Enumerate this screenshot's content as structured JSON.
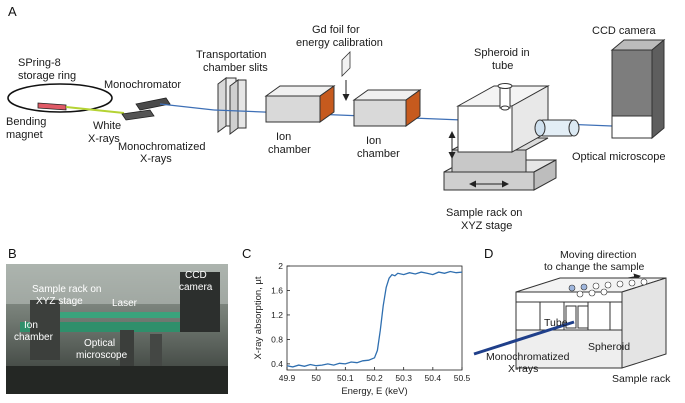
{
  "panels": {
    "a": "A",
    "b": "B",
    "c": "C",
    "d": "D"
  },
  "panelA": {
    "storage_ring_l1": "SPring-8",
    "storage_ring_l2": "storage ring",
    "bending_l1": "Bending",
    "bending_l2": "magnet",
    "white_l1": "White",
    "white_l2": "X-rays",
    "monochromator": "Monochromator",
    "monox_l1": "Monochromatized",
    "monox_l2": "X-rays",
    "transport_l1": "Transportation",
    "transport_l2": "chamber slits",
    "gd_l1": "Gd foil for",
    "gd_l2": "energy calibration",
    "ion1_l1": "Ion",
    "ion1_l2": "chamber",
    "ion2_l1": "Ion",
    "ion2_l2": "chamber",
    "spheroid_l1": "Spheroid in",
    "spheroid_l2": "tube",
    "ccd": "CCD camera",
    "optical": "Optical microscope",
    "rack_l1": "Sample rack on",
    "rack_l2": "XYZ stage"
  },
  "panelB": {
    "ccd_l1": "CCD",
    "ccd_l2": "camera",
    "rack_l1": "Sample rack on",
    "rack_l2": "XYZ stage",
    "laser": "Laser",
    "ion_l1": "Ion",
    "ion_l2": "chamber",
    "optical_l1": "Optical",
    "optical_l2": "microscope"
  },
  "panelD": {
    "moving_l1": "Moving direction",
    "moving_l2": "to change the sample",
    "tube": "Tube",
    "spheroid": "Spheroid",
    "monox_l1": "Monochromatized",
    "monox_l2": "X-rays",
    "rack": "Sample rack"
  },
  "colors": {
    "beam_white": "#b5d334",
    "beam_mono": "#3d6fb6",
    "curve": "#2f6fb0",
    "magnet": "#e05a66",
    "ion_window": "#c65a1e"
  },
  "chart_data": {
    "type": "line",
    "xlabel": "Energy, E (keV)",
    "ylabel": "X-ray absorption, μt",
    "xlim": [
      49.9,
      50.5
    ],
    "ylim": [
      0.3,
      2.0
    ],
    "xticks": [
      "49.9",
      "50",
      "50.1",
      "50.2",
      "50.3",
      "50.4",
      "50.5"
    ],
    "yticks": [
      "0.4",
      "0.8",
      "1.2",
      "1.6",
      "2"
    ],
    "grid": false,
    "x": [
      49.9,
      49.92,
      49.94,
      49.96,
      49.98,
      50.0,
      50.02,
      50.04,
      50.06,
      50.08,
      50.1,
      50.12,
      50.14,
      50.16,
      50.18,
      50.2,
      50.21,
      50.22,
      50.23,
      50.24,
      50.25,
      50.26,
      50.27,
      50.28,
      50.3,
      50.32,
      50.34,
      50.36,
      50.38,
      50.4,
      50.42,
      50.44,
      50.46,
      50.48,
      50.5
    ],
    "y": [
      0.37,
      0.35,
      0.38,
      0.36,
      0.39,
      0.37,
      0.38,
      0.4,
      0.38,
      0.41,
      0.4,
      0.43,
      0.42,
      0.45,
      0.46,
      0.5,
      0.62,
      0.95,
      1.35,
      1.65,
      1.8,
      1.86,
      1.84,
      1.88,
      1.86,
      1.89,
      1.87,
      1.9,
      1.88,
      1.86,
      1.9,
      1.88,
      1.91,
      1.89,
      1.9
    ]
  }
}
